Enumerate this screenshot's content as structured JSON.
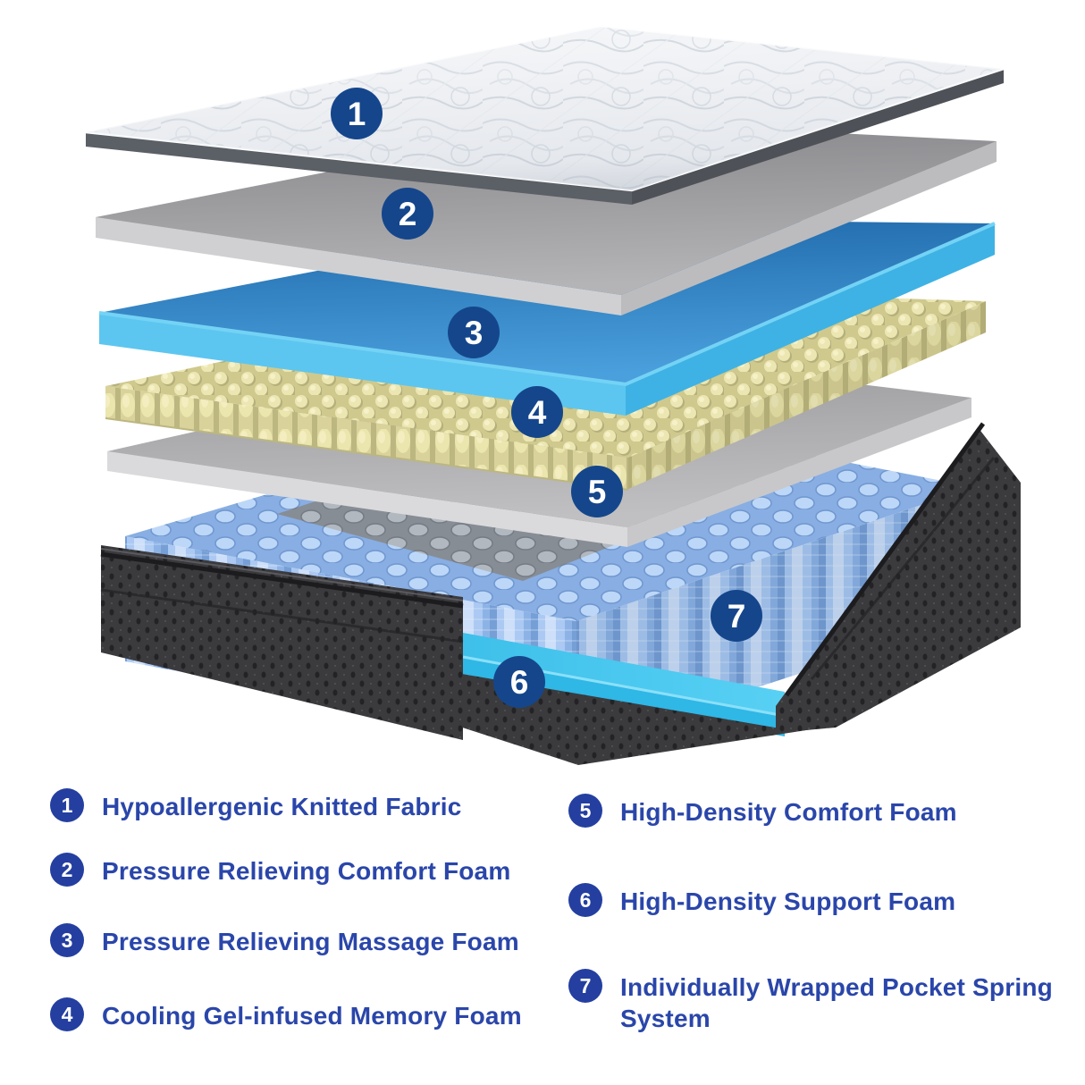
{
  "layers": [
    {
      "num": "1",
      "label": "Hypoallergenic Knitted Fabric"
    },
    {
      "num": "2",
      "label": "Pressure Relieving Comfort Foam"
    },
    {
      "num": "3",
      "label": "Pressure Relieving Massage Foam"
    },
    {
      "num": "4",
      "label": "Cooling Gel-infused Memory Foam"
    },
    {
      "num": "5",
      "label": "High-Density Comfort Foam"
    },
    {
      "num": "6",
      "label": "High-Density Support Foam"
    },
    {
      "num": "7",
      "label": "Individually Wrapped Pocket Spring System"
    }
  ],
  "colors": {
    "badge_bg": "#15468c",
    "badge_text": "#ffffff",
    "legend_icon_bg": "#243fa0",
    "legend_text": "#2a46aa",
    "fabric_white": "#f7f8fa",
    "fabric_rim_dark": "#54585e",
    "comfort_foam_gray": "#9a9a9c",
    "massage_foam_blue": "#2f7fc2",
    "memory_foam_yellow": "#e9e3ac",
    "high_density_foam_gray": "#c9c9cb",
    "support_foam_cyan": "#3fc3ec",
    "pocket_spring_blue": "#9dc1ef",
    "spring_cap_gray": "#adb3ba",
    "base_fabric_charcoal": "#3b3b3e",
    "background": "#ffffff"
  }
}
